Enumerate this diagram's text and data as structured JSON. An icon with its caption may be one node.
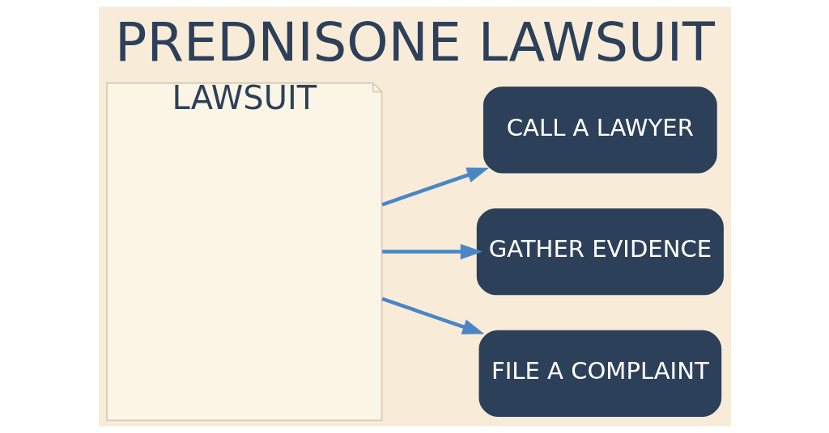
{
  "diagram": {
    "title": "PREDNISONE LAWSUIT",
    "nodes": [
      {
        "text": [
          "LAWSUIT"
        ]
      },
      {
        "text": [
          "CALL A LAWYER"
        ]
      },
      {
        "text": [
          "GATHER EVIDENCE"
        ]
      },
      {
        "text": [
          "FILE A COMPLAINT"
        ]
      }
    ],
    "edges": [
      {
        "from": 0,
        "to": 1,
        "arrow": "to"
      },
      {
        "from": 0,
        "to": 2,
        "arrow": "to"
      },
      {
        "from": 0,
        "to": 3,
        "arrow": "to"
      }
    ]
  }
}
